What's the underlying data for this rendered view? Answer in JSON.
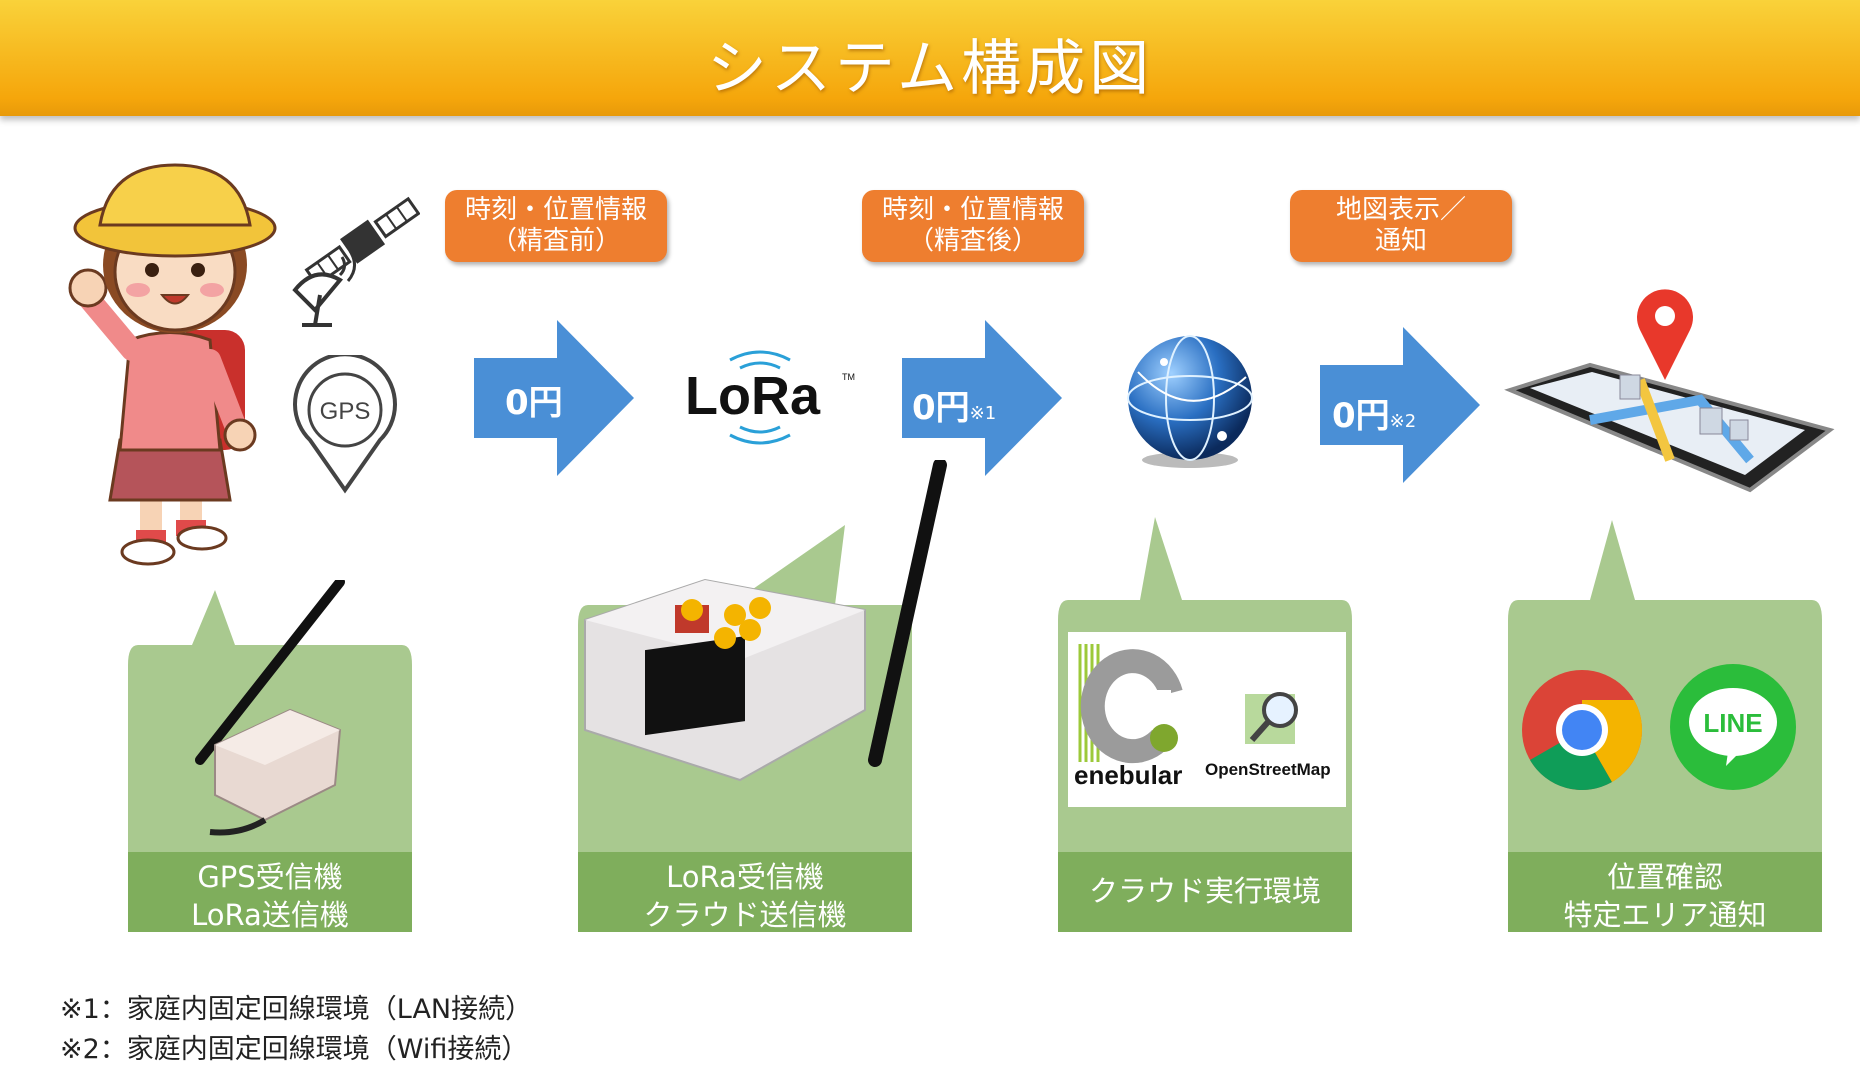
{
  "title": "システム構成図",
  "pills": [
    {
      "line1": "時刻・位置情報",
      "line2": "（精査前）"
    },
    {
      "line1": "時刻・位置情報",
      "line2": "（精査後）"
    },
    {
      "line1": "地図表示／",
      "line2": "通知"
    }
  ],
  "arrows": [
    {
      "price": "0円",
      "note": ""
    },
    {
      "price": "0円",
      "note": "※1"
    },
    {
      "price": "0円",
      "note": "※2"
    }
  ],
  "icons": {
    "gps_label": "GPS",
    "lora_logo": "LoRa",
    "lora_tm": "TM",
    "enebular": "enebular",
    "openstreetmap": "OpenStreetMap",
    "line": "LINE"
  },
  "callouts": [
    {
      "line1": "GPS受信機",
      "line2": "LoRa送信機"
    },
    {
      "line1": "LoRa受信機",
      "line2": "クラウド送信機"
    },
    {
      "line1": "クラウド実行環境",
      "line2": ""
    },
    {
      "line1": "位置確認",
      "line2": "特定エリア通知"
    }
  ],
  "footnotes": [
    "※1：家庭内固定回線環境（LAN接続）",
    "※2：家庭内固定回線環境（Wifi接続）"
  ],
  "colors": {
    "banner": "#f5a60b",
    "pill": "#ee7e2f",
    "arrow": "#4a8fd6",
    "callout": "#a9c98f",
    "callout_band": "#7fae5c"
  }
}
